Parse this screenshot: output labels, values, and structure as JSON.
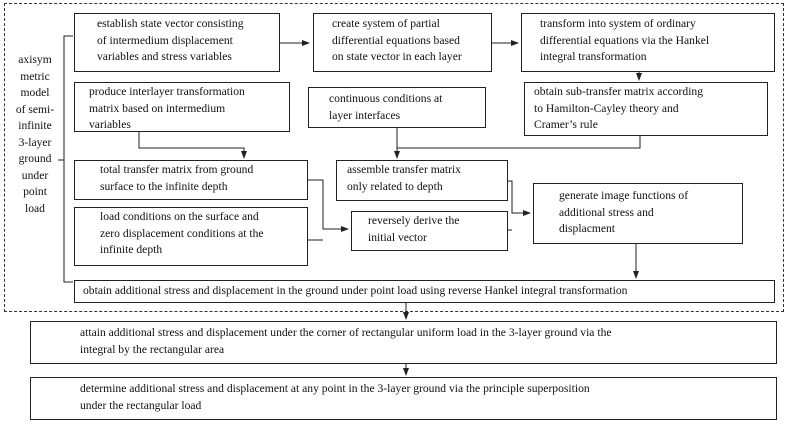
{
  "side_label": [
    "axisym",
    "metric",
    "model",
    "of semi-",
    "infinite",
    "3-layer",
    "ground",
    "under",
    "point",
    "load"
  ],
  "steps": {
    "b1": [
      "establish state vector consisting",
      "of intermedium displacement",
      "variables and stress variables"
    ],
    "b2": [
      "create system of partial",
      "differential equations based",
      "on state vector in each layer"
    ],
    "b3": [
      "transform into system of ordinary",
      "differential equations via the Hankel",
      "integral transformation"
    ],
    "b4": [
      "produce interlayer transformation",
      "matrix based on intermedium",
      "variables"
    ],
    "b5": [
      "continuous conditions at",
      "layer interfaces"
    ],
    "b6": [
      "obtain sub-transfer matrix according",
      "to Hamilton-Cayley theory and",
      "Cramer’s rule"
    ],
    "b7": [
      "total transfer matrix from ground",
      "surface to the infinite depth"
    ],
    "b8": [
      "assemble transfer matrix",
      "only related to depth"
    ],
    "b9": [
      "load conditions on the surface and",
      "zero displacement conditions at the",
      "infinite depth"
    ],
    "b10": [
      "reversely derive the",
      "initial vector"
    ],
    "b11": [
      "generate image functions of",
      "additional stress and",
      "displacment"
    ],
    "b12": [
      "obtain additional stress and displacement in the ground under point load using reverse Hankel integral transformation"
    ],
    "b13": [
      "attain additional stress and displacement under the corner of rectangular uniform load in the 3-layer ground via the",
      "integral by the rectangular area"
    ],
    "b14": [
      "determine additional stress and displacement at any point in the 3-layer ground via the principle superposition",
      "under the rectangular load"
    ]
  }
}
